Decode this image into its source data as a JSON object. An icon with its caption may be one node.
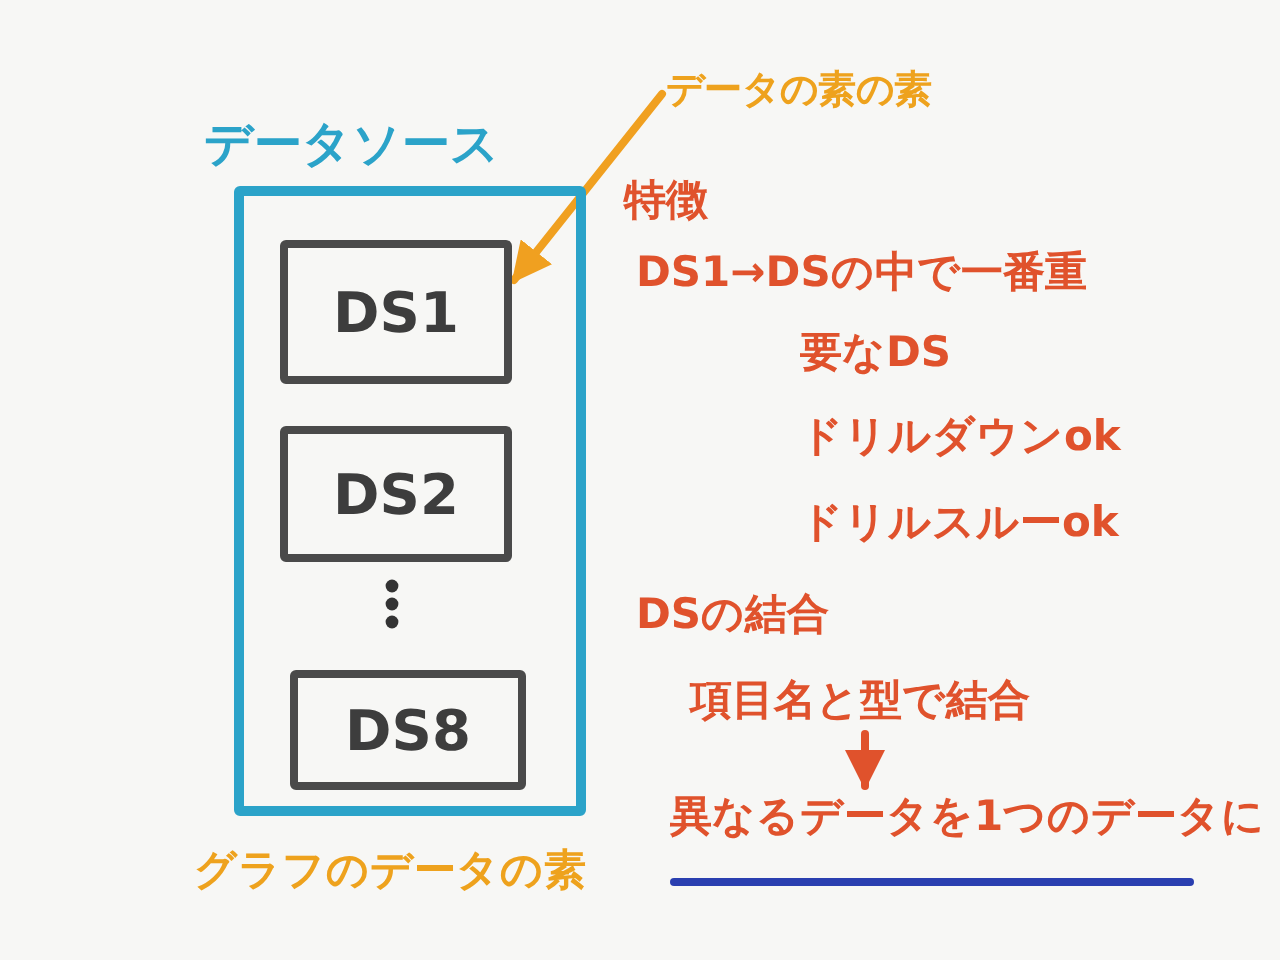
{
  "diagram": {
    "nodes": [
      {
        "text": [
          "データソース"
        ],
        "beside": [
          "グラフのデータの素"
        ]
      },
      {
        "text": [
          "DS1"
        ],
        "in": 0
      },
      {
        "text": [
          "DS2"
        ],
        "in": 0
      },
      {
        "text": [
          "DS8"
        ],
        "in": 0
      },
      {
        "text": [
          "データの素の素"
        ]
      },
      {
        "text": [
          "項目名と型で結合"
        ]
      },
      {
        "text": [
          "異なるデータを1つのデータに"
        ]
      }
    ],
    "edges": [
      {
        "from": 4,
        "to": 1,
        "arrow": "to",
        "color": "#f0a020"
      },
      {
        "from": 5,
        "to": 6,
        "arrow": "to"
      }
    ],
    "labels": [
      "特徴",
      "DS1→DSの中で一番重要なDS",
      "ドリルダウンok",
      "ドリルスルーok",
      "DSの結合"
    ]
  }
}
